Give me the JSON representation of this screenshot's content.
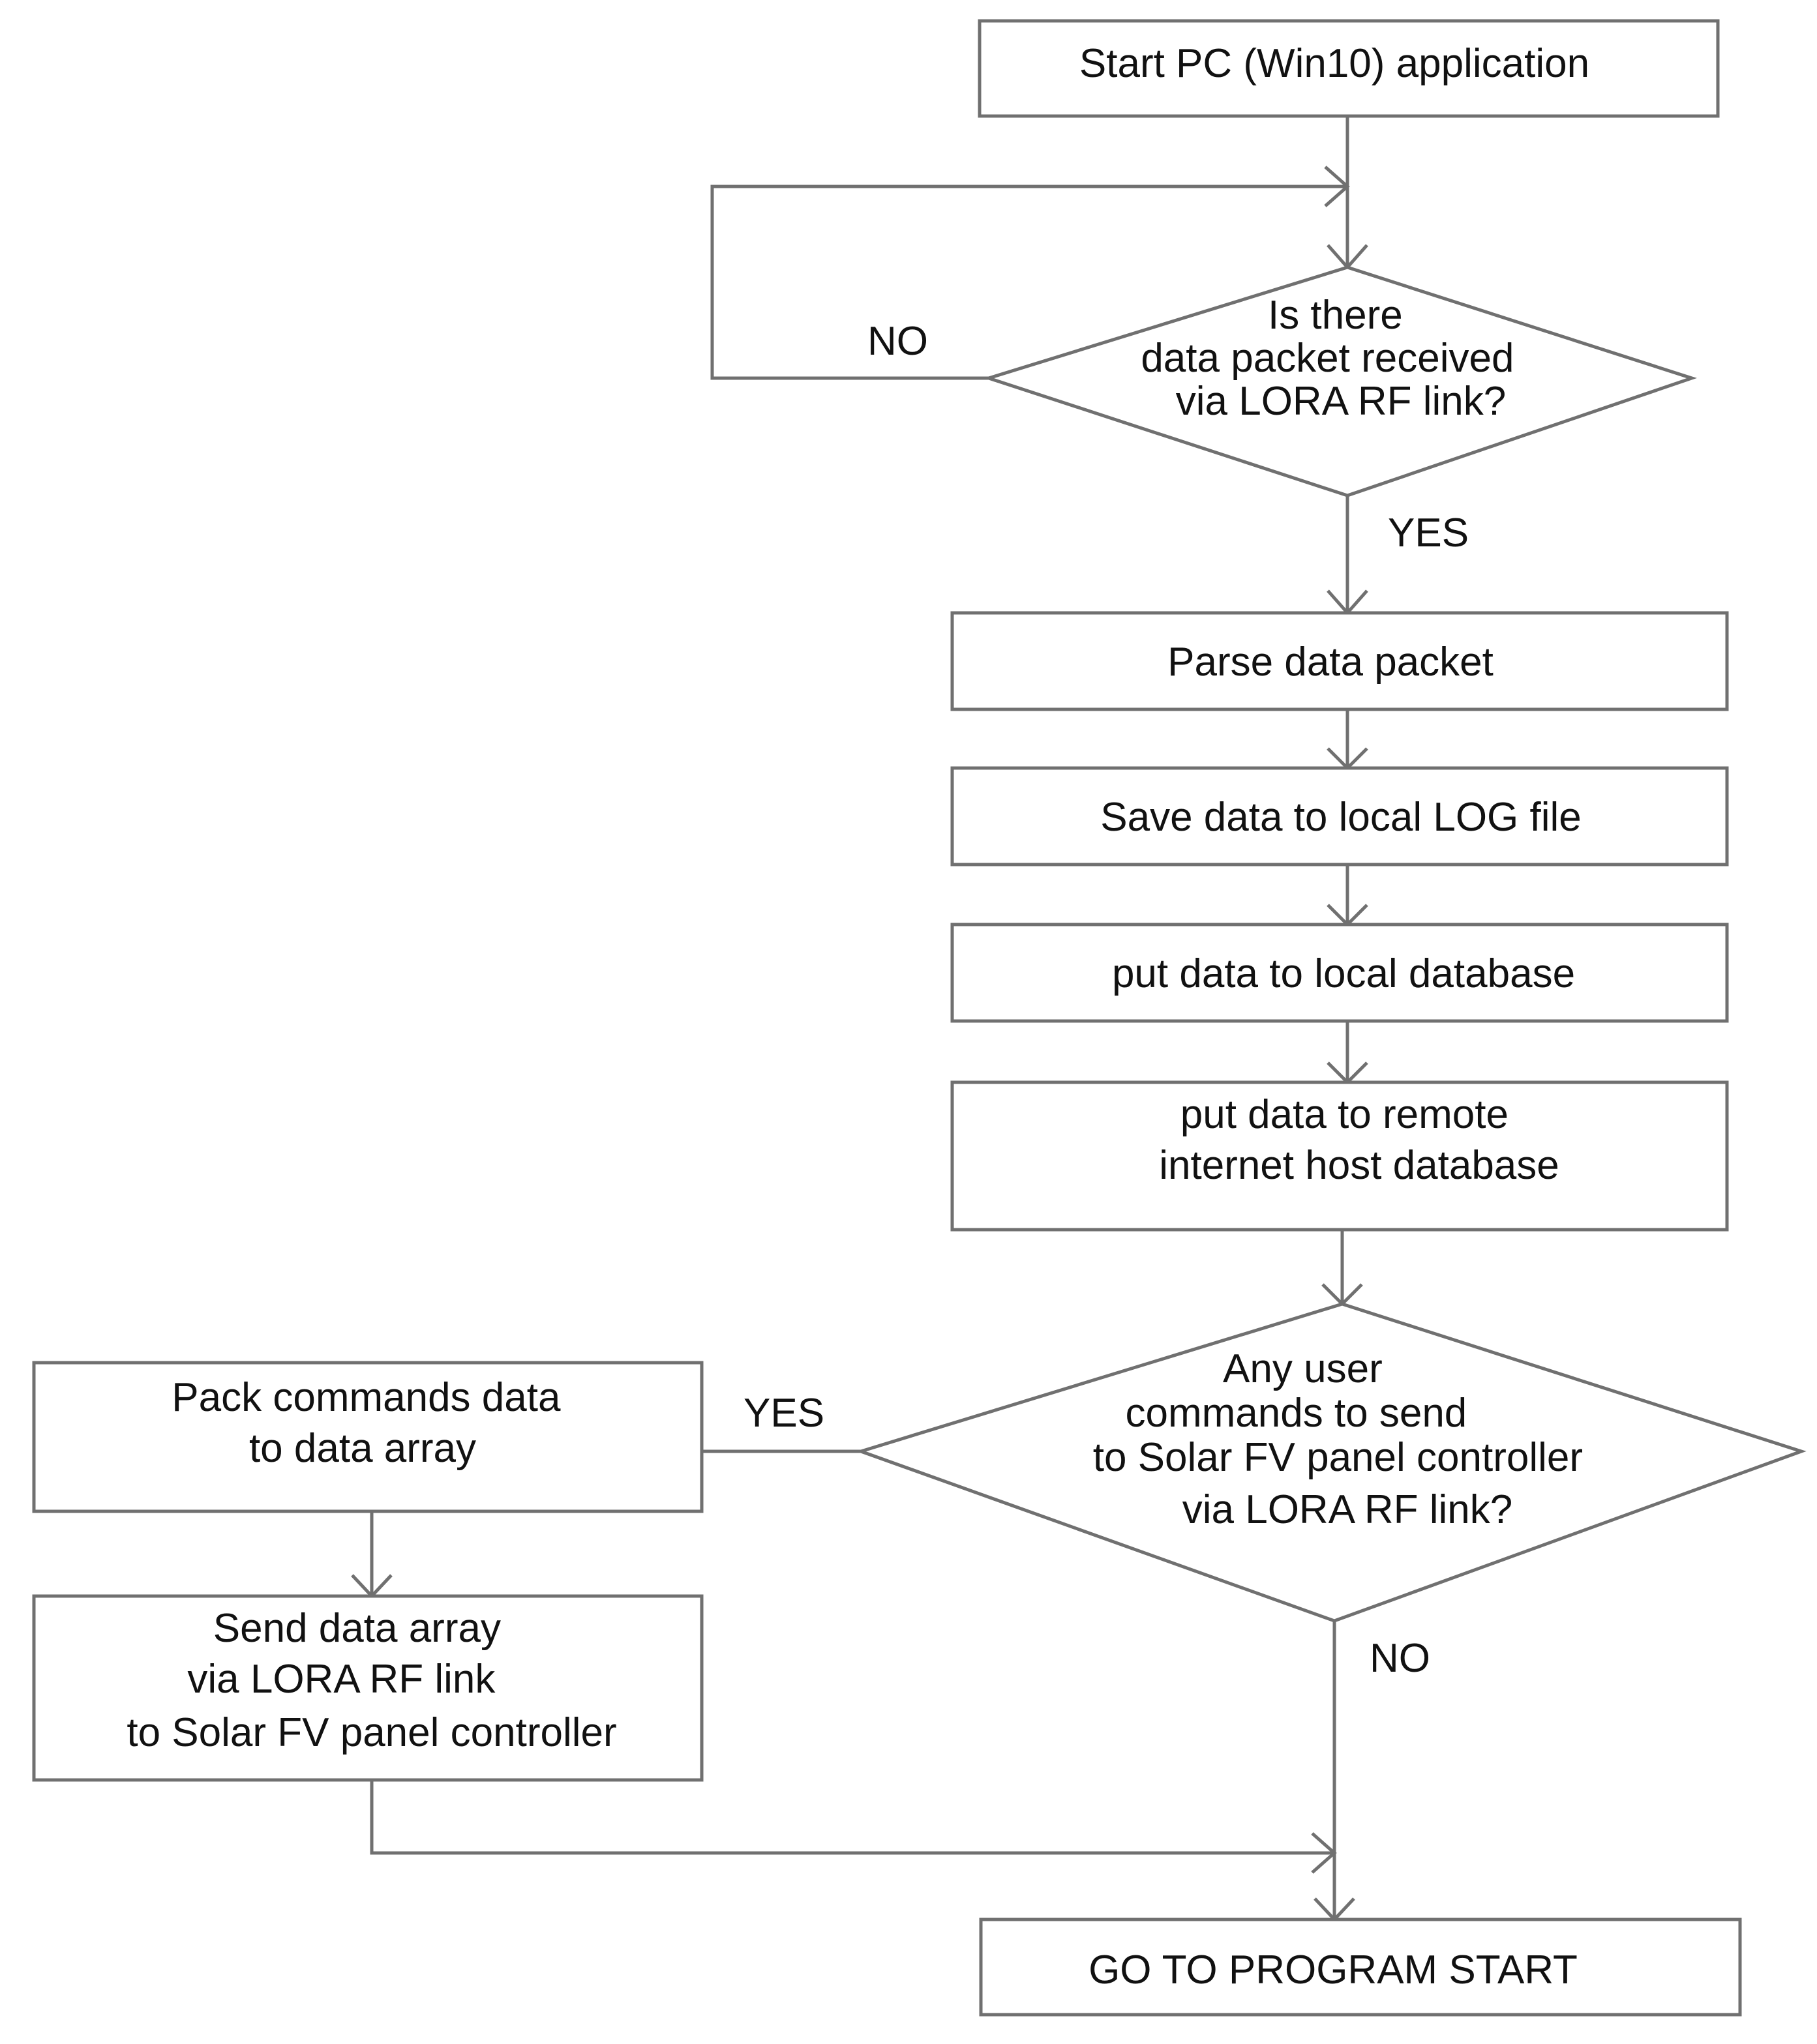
{
  "flowchart": {
    "nodes": {
      "start": {
        "lines": [
          "Start PC (Win10) application"
        ]
      },
      "decision1": {
        "lines": [
          "Is there",
          "data packet received",
          "via LORA RF link?"
        ]
      },
      "parse": {
        "lines": [
          "Parse data packet"
        ]
      },
      "save": {
        "lines": [
          "Save data to local LOG file"
        ]
      },
      "local_db": {
        "lines": [
          "put data to local database"
        ]
      },
      "remote_db": {
        "lines": [
          "put data to remote",
          "internet host database"
        ]
      },
      "decision2": {
        "lines": [
          "Any user",
          "commands to send",
          "to Solar FV panel controller",
          "via LORA RF link?"
        ]
      },
      "pack": {
        "lines": [
          "Pack commands data",
          "to data array"
        ]
      },
      "send": {
        "lines": [
          "Send data array",
          "via LORA RF link",
          "to Solar FV panel controller"
        ]
      },
      "goto": {
        "lines": [
          "GO TO PROGRAM START"
        ]
      }
    },
    "labels": {
      "d1_no": "NO",
      "d1_yes": "YES",
      "d2_yes": "YES",
      "d2_no": "NO"
    }
  }
}
